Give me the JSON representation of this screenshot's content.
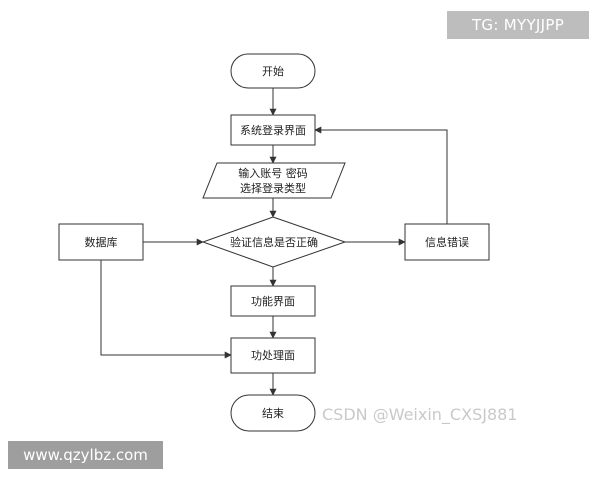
{
  "watermarks": {
    "tg": "TG: MYYJJPP",
    "csdn": "CSDN @Weixin_CXSJ881",
    "url": "www.qzylbz.com"
  },
  "flowchart": {
    "start": "开始",
    "login_screen": "系统登录界面",
    "input_line1": "输入账号 密码",
    "input_line2": "选择登录类型",
    "verify": "验证信息是否正确",
    "database": "数据库",
    "info_error": "信息错误",
    "function_screen": "功能界面",
    "process_screen": "功处理面",
    "end": "结束"
  },
  "colors": {
    "stroke": "#333333",
    "shape_fill": "#ffffff",
    "watermark_box": "#bdbdbd",
    "watermark_text": "#c9c9c9"
  }
}
